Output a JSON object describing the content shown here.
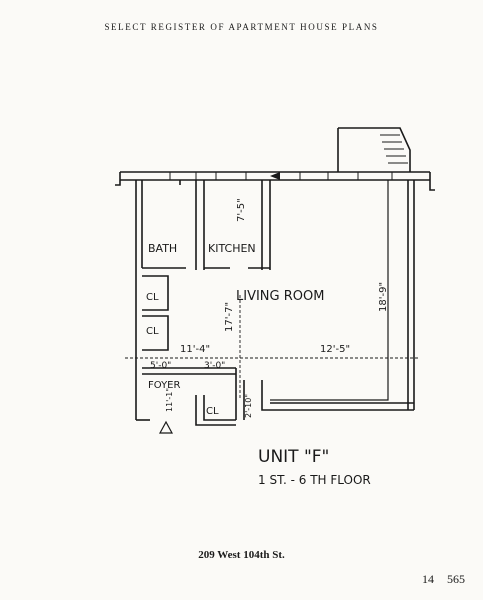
{
  "header": {
    "title": "SELECT REGISTER OF APARTMENT HOUSE PLANS"
  },
  "plan": {
    "rooms": {
      "bath": "BATH",
      "kitchen": "KITCHEN",
      "living_room": "LIVING ROOM",
      "foyer": "FOYER",
      "closet_1": "CL",
      "closet_2": "CL",
      "closet_3": "CL"
    },
    "dimensions": {
      "kitchen_depth": "7'-5\"",
      "living_depth": "18'-9\"",
      "living_width_left": "11'-4\"",
      "living_width_right": "12'-5\"",
      "living_side": "17'-7\"",
      "foyer_width_a": "5'-0\"",
      "foyer_width_b": "3'-0\"",
      "foyer_depth": "11'-1\"",
      "closet_depth": "2'-10\""
    },
    "unit": {
      "label": "UNIT \"F\"",
      "floors": "1 ST. - 6 TH FLOOR"
    }
  },
  "footer": {
    "address": "209 West 104th St.",
    "page_left": "14",
    "page_right": "565"
  }
}
